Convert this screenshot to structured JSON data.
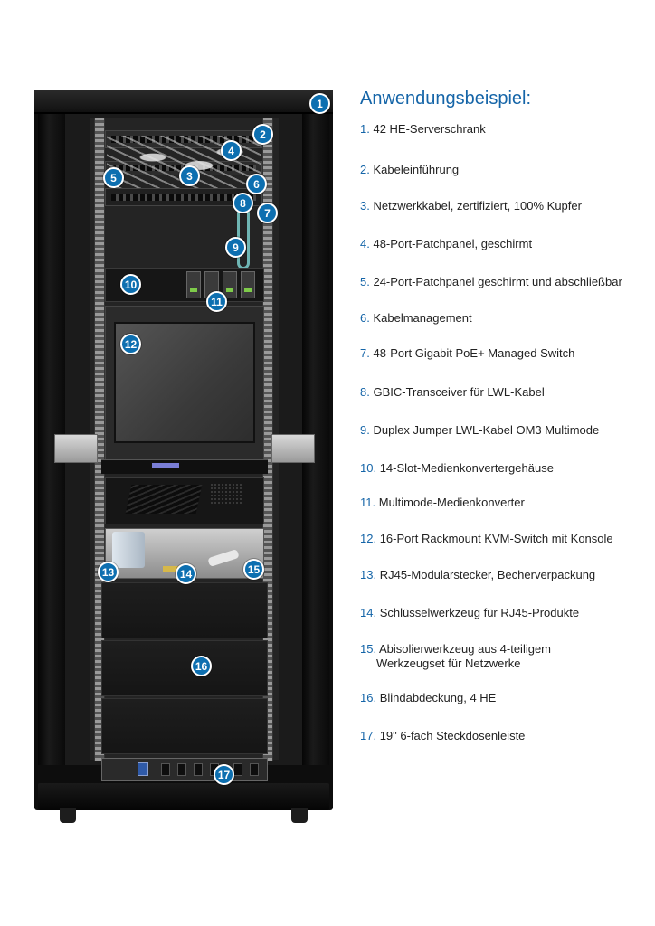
{
  "legend": {
    "title": "Anwendungsbeispiel:",
    "items": [
      {
        "num": "1.",
        "text": "42 HE-Serverschrank"
      },
      {
        "num": "2.",
        "text": "Kabeleinführung"
      },
      {
        "num": "3.",
        "text": "Netzwerkkabel, zertifiziert, 100% Kupfer"
      },
      {
        "num": "4.",
        "text": "48-Port-Patchpanel, geschirmt"
      },
      {
        "num": "5.",
        "text": "24-Port-Patchpanel geschirmt und abschließbar"
      },
      {
        "num": "6.",
        "text": "Kabelmanagement"
      },
      {
        "num": "7.",
        "text": "48-Port Gigabit PoE+ Managed Switch"
      },
      {
        "num": "8.",
        "text": "GBIC-Transceiver für LWL-Kabel"
      },
      {
        "num": "9.",
        "text": "Duplex Jumper LWL-Kabel OM3 Multimode"
      },
      {
        "num": "10.",
        "text": "14-Slot-Medienkonvertergehäuse"
      },
      {
        "num": "11.",
        "text": "Multimode-Medienkonverter"
      },
      {
        "num": "12.",
        "text": "16-Port Rackmount KVM-Switch mit Konsole"
      },
      {
        "num": "13.",
        "text": "RJ45-Modularstecker, Becherverpackung"
      },
      {
        "num": "14.",
        "text": "Schlüsselwerkzeug für RJ45-Produkte"
      },
      {
        "num": "15.",
        "text": "Abisolierwerkzeug aus 4-teiligem",
        "text2": "Werkzeugset für Netzwerke"
      },
      {
        "num": "16.",
        "text": "Blindabdeckung, 4 HE"
      },
      {
        "num": "17.",
        "text": "19\" 6-fach Steckdosenleiste"
      }
    ]
  },
  "badges": [
    "1",
    "2",
    "3",
    "4",
    "5",
    "6",
    "7",
    "8",
    "9",
    "10",
    "11",
    "12",
    "13",
    "14",
    "15",
    "16",
    "17"
  ],
  "colors": {
    "accent": "#1565a8",
    "badge": "#0d6fb0",
    "cabinet": "#0d0d0d"
  }
}
